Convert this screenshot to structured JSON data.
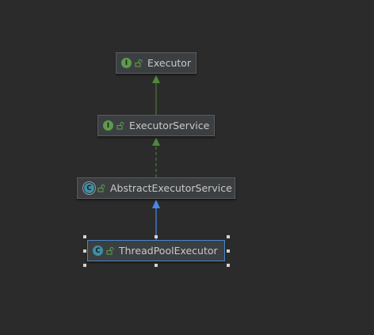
{
  "diagram": {
    "nodes": [
      {
        "id": "executor",
        "label": "Executor",
        "kind": "interface",
        "badge": "I"
      },
      {
        "id": "executor-service",
        "label": "ExecutorService",
        "kind": "interface",
        "badge": "I"
      },
      {
        "id": "abstract-executor-service",
        "label": "AbstractExecutorService",
        "kind": "abstract-class",
        "badge": "C"
      },
      {
        "id": "thread-pool-executor",
        "label": "ThreadPoolExecutor",
        "kind": "class",
        "badge": "C",
        "selected": true
      }
    ],
    "edges": [
      {
        "from": "executor-service",
        "to": "executor",
        "relation": "extends",
        "style": "solid",
        "color": "#4f8a3a"
      },
      {
        "from": "abstract-executor-service",
        "to": "executor-service",
        "relation": "implements",
        "style": "dashed",
        "color": "#4f8a3a"
      },
      {
        "from": "thread-pool-executor",
        "to": "abstract-executor-service",
        "relation": "extends",
        "style": "solid",
        "color": "#4a88e4"
      }
    ],
    "colors": {
      "background": "#2b2b2b",
      "node_fill": "#3c3f41",
      "interface_badge": "#5b9b4a",
      "class_badge": "#3d8fa6",
      "selection": "#4a88c7"
    }
  }
}
